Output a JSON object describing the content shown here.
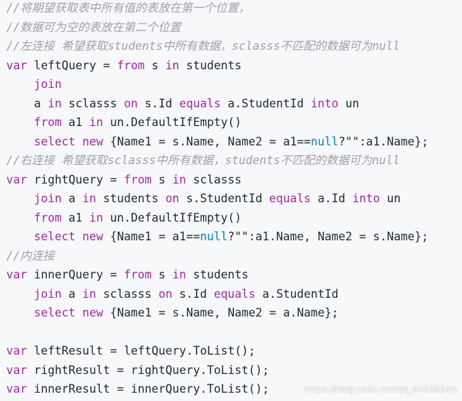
{
  "colors": {
    "background": "#f6f8fa",
    "plain": "#24292e",
    "comment": "#a0a1a7",
    "keyword": "#a626a4",
    "literal": "#0184bc"
  },
  "code": {
    "lines": [
      {
        "indent": "",
        "tokens": [
          {
            "t": "comment",
            "v": "//将期望获取表中所有值的表放在第一个位置，"
          }
        ]
      },
      {
        "indent": "",
        "tokens": [
          {
            "t": "comment",
            "v": "//数据可为空的表放在第二个位置"
          }
        ]
      },
      {
        "indent": "",
        "tokens": [
          {
            "t": "comment",
            "v": "//左连接 希望获取students中所有数据，sclasss不匹配的数据可为null"
          }
        ]
      },
      {
        "indent": "",
        "tokens": [
          {
            "t": "keyword",
            "v": "var"
          },
          {
            "t": "plain",
            "v": " leftQuery = "
          },
          {
            "t": "keyword",
            "v": "from"
          },
          {
            "t": "plain",
            "v": " s "
          },
          {
            "t": "keyword",
            "v": "in"
          },
          {
            "t": "plain",
            "v": " students"
          }
        ]
      },
      {
        "indent": "    ",
        "tokens": [
          {
            "t": "keyword",
            "v": "join"
          }
        ]
      },
      {
        "indent": "    ",
        "tokens": [
          {
            "t": "plain",
            "v": "a "
          },
          {
            "t": "keyword",
            "v": "in"
          },
          {
            "t": "plain",
            "v": " sclasss "
          },
          {
            "t": "keyword",
            "v": "on"
          },
          {
            "t": "plain",
            "v": " s.Id "
          },
          {
            "t": "keyword",
            "v": "equals"
          },
          {
            "t": "plain",
            "v": " a.StudentId "
          },
          {
            "t": "keyword",
            "v": "into"
          },
          {
            "t": "plain",
            "v": " un"
          }
        ]
      },
      {
        "indent": "    ",
        "tokens": [
          {
            "t": "keyword",
            "v": "from"
          },
          {
            "t": "plain",
            "v": " a1 "
          },
          {
            "t": "keyword",
            "v": "in"
          },
          {
            "t": "plain",
            "v": " un.DefaultIfEmpty()"
          }
        ]
      },
      {
        "indent": "    ",
        "tokens": [
          {
            "t": "keyword",
            "v": "select"
          },
          {
            "t": "plain",
            "v": " "
          },
          {
            "t": "keyword",
            "v": "new"
          },
          {
            "t": "plain",
            "v": " {Name1 = s.Name, Name2 = a1=="
          },
          {
            "t": "literal",
            "v": "null"
          },
          {
            "t": "plain",
            "v": "?\"\":a1.Name};"
          }
        ]
      },
      {
        "indent": "",
        "tokens": [
          {
            "t": "comment",
            "v": "//右连接 希望获取sclasss中所有数据，students不匹配的数据可为null"
          }
        ]
      },
      {
        "indent": "",
        "tokens": [
          {
            "t": "keyword",
            "v": "var"
          },
          {
            "t": "plain",
            "v": " rightQuery = "
          },
          {
            "t": "keyword",
            "v": "from"
          },
          {
            "t": "plain",
            "v": " s "
          },
          {
            "t": "keyword",
            "v": "in"
          },
          {
            "t": "plain",
            "v": " sclasss"
          }
        ]
      },
      {
        "indent": "    ",
        "tokens": [
          {
            "t": "keyword",
            "v": "join"
          },
          {
            "t": "plain",
            "v": " a "
          },
          {
            "t": "keyword",
            "v": "in"
          },
          {
            "t": "plain",
            "v": " students "
          },
          {
            "t": "keyword",
            "v": "on"
          },
          {
            "t": "plain",
            "v": " s.StudentId "
          },
          {
            "t": "keyword",
            "v": "equals"
          },
          {
            "t": "plain",
            "v": " a.Id "
          },
          {
            "t": "keyword",
            "v": "into"
          },
          {
            "t": "plain",
            "v": " un"
          }
        ]
      },
      {
        "indent": "    ",
        "tokens": [
          {
            "t": "keyword",
            "v": "from"
          },
          {
            "t": "plain",
            "v": " a1 "
          },
          {
            "t": "keyword",
            "v": "in"
          },
          {
            "t": "plain",
            "v": " un.DefaultIfEmpty()"
          }
        ]
      },
      {
        "indent": "    ",
        "tokens": [
          {
            "t": "keyword",
            "v": "select"
          },
          {
            "t": "plain",
            "v": " "
          },
          {
            "t": "keyword",
            "v": "new"
          },
          {
            "t": "plain",
            "v": " {Name1 = a1=="
          },
          {
            "t": "literal",
            "v": "null"
          },
          {
            "t": "plain",
            "v": "?\"\":a1.Name, Name2 = s.Name};"
          }
        ]
      },
      {
        "indent": "",
        "tokens": [
          {
            "t": "comment",
            "v": "//内连接"
          }
        ]
      },
      {
        "indent": "",
        "tokens": [
          {
            "t": "keyword",
            "v": "var"
          },
          {
            "t": "plain",
            "v": " innerQuery = "
          },
          {
            "t": "keyword",
            "v": "from"
          },
          {
            "t": "plain",
            "v": " s "
          },
          {
            "t": "keyword",
            "v": "in"
          },
          {
            "t": "plain",
            "v": " students"
          }
        ]
      },
      {
        "indent": "    ",
        "tokens": [
          {
            "t": "keyword",
            "v": "join"
          },
          {
            "t": "plain",
            "v": " a "
          },
          {
            "t": "keyword",
            "v": "in"
          },
          {
            "t": "plain",
            "v": " sclasss "
          },
          {
            "t": "keyword",
            "v": "on"
          },
          {
            "t": "plain",
            "v": " s.Id "
          },
          {
            "t": "keyword",
            "v": "equals"
          },
          {
            "t": "plain",
            "v": " a.StudentId"
          }
        ]
      },
      {
        "indent": "    ",
        "tokens": [
          {
            "t": "keyword",
            "v": "select"
          },
          {
            "t": "plain",
            "v": " "
          },
          {
            "t": "keyword",
            "v": "new"
          },
          {
            "t": "plain",
            "v": " {Name1 = s.Name, Name2 = a.Name};"
          }
        ]
      },
      {
        "indent": "",
        "tokens": []
      },
      {
        "indent": "",
        "tokens": [
          {
            "t": "keyword",
            "v": "var"
          },
          {
            "t": "plain",
            "v": " leftResult = leftQuery.ToList();"
          }
        ]
      },
      {
        "indent": "",
        "tokens": [
          {
            "t": "keyword",
            "v": "var"
          },
          {
            "t": "plain",
            "v": " rightResult = rightQuery.ToList();"
          }
        ]
      },
      {
        "indent": "",
        "tokens": [
          {
            "t": "keyword",
            "v": "var"
          },
          {
            "t": "plain",
            "v": " innerResult = innerQuery.ToList();"
          }
        ]
      }
    ]
  },
  "watermark": "https://blog.csdn.net/qq_44538246"
}
